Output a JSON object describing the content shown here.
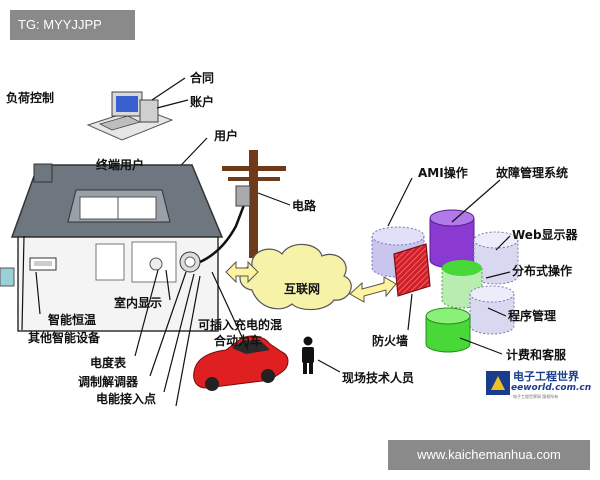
{
  "watermark_top": "TG: MYYJJPP",
  "watermark_bottom": "www.kaichemanhua.com",
  "labels": {
    "load_control": "负荷控制",
    "contract": "合同",
    "account": "账户",
    "user": "用户",
    "terminal_user": "终端用户",
    "line": "电路",
    "internet": "互联网",
    "ami_operation": "AMI操作",
    "fault_management": "故障管理系统",
    "web_display": "Web显示器",
    "distributed_operation": "分布式操作",
    "program_management": "程序管理",
    "billing_service": "计费和客服",
    "firewall": "防火墙",
    "field_staff": "现场技术人员",
    "indoor_display": "室内显示",
    "smart_thermostat": "智能恒温",
    "other_smart_devices": "其他智能设备",
    "plugin_hybrid_line1": "可插入充电的混",
    "plugin_hybrid_line2": "合动力车",
    "meter": "电度表",
    "modem": "调制解调器",
    "power_access_point": "电能接入点"
  },
  "logo": {
    "name": "电子工程世界",
    "url": "eeworld.com.cn",
    "tagline": "电子工程世界网 版权所有"
  },
  "colors": {
    "roof": "#6e7680",
    "cloud": "#f6f2a8",
    "arrow": "#fff3a0",
    "car": "#e02020",
    "firewall": "#d0202a",
    "cylinder_blue": "#c8c6ee",
    "cylinder_purple": "#8a3ad0",
    "cylinder_green": "#48d838"
  }
}
